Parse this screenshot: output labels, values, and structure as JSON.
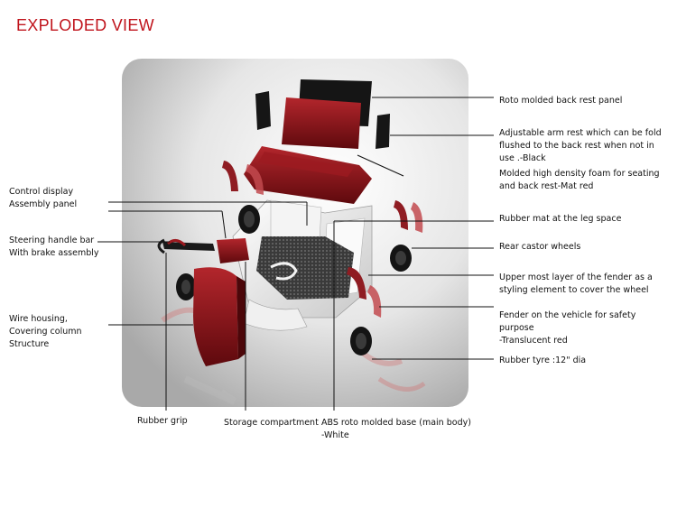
{
  "title": "EXPLODED VIEW",
  "labels": {
    "back_rest_panel": "Roto molded back rest panel",
    "arm_rest": "Adjustable arm rest which can be fold\nflushed to the back rest when not in\nuse .-Black",
    "foam": "Molded high density foam for seating\nand back rest-Mat red",
    "rubber_mat": "Rubber mat at the leg space",
    "castor_wheels": "Rear castor wheels",
    "fender_top": "Upper most layer of the fender as a\nstyling element to cover the wheel",
    "fender": "Fender on the vehicle for safety\npurpose\n-Translucent red",
    "rubber_tyre": "Rubber tyre :12\" dia",
    "control_display": "Control display\nAssembly panel",
    "steering": "Steering handle bar\nWith brake assembly",
    "wire_housing": "Wire housing,\nCovering column\nStructure",
    "rubber_grip": "Rubber grip",
    "storage": "Storage compartment",
    "abs_base": "ABS roto molded base (main body)\n-White"
  },
  "colors": {
    "title": "#c0141c",
    "maroon": "#7e0f14",
    "black": "#111111",
    "fender": "#d36a6a"
  }
}
